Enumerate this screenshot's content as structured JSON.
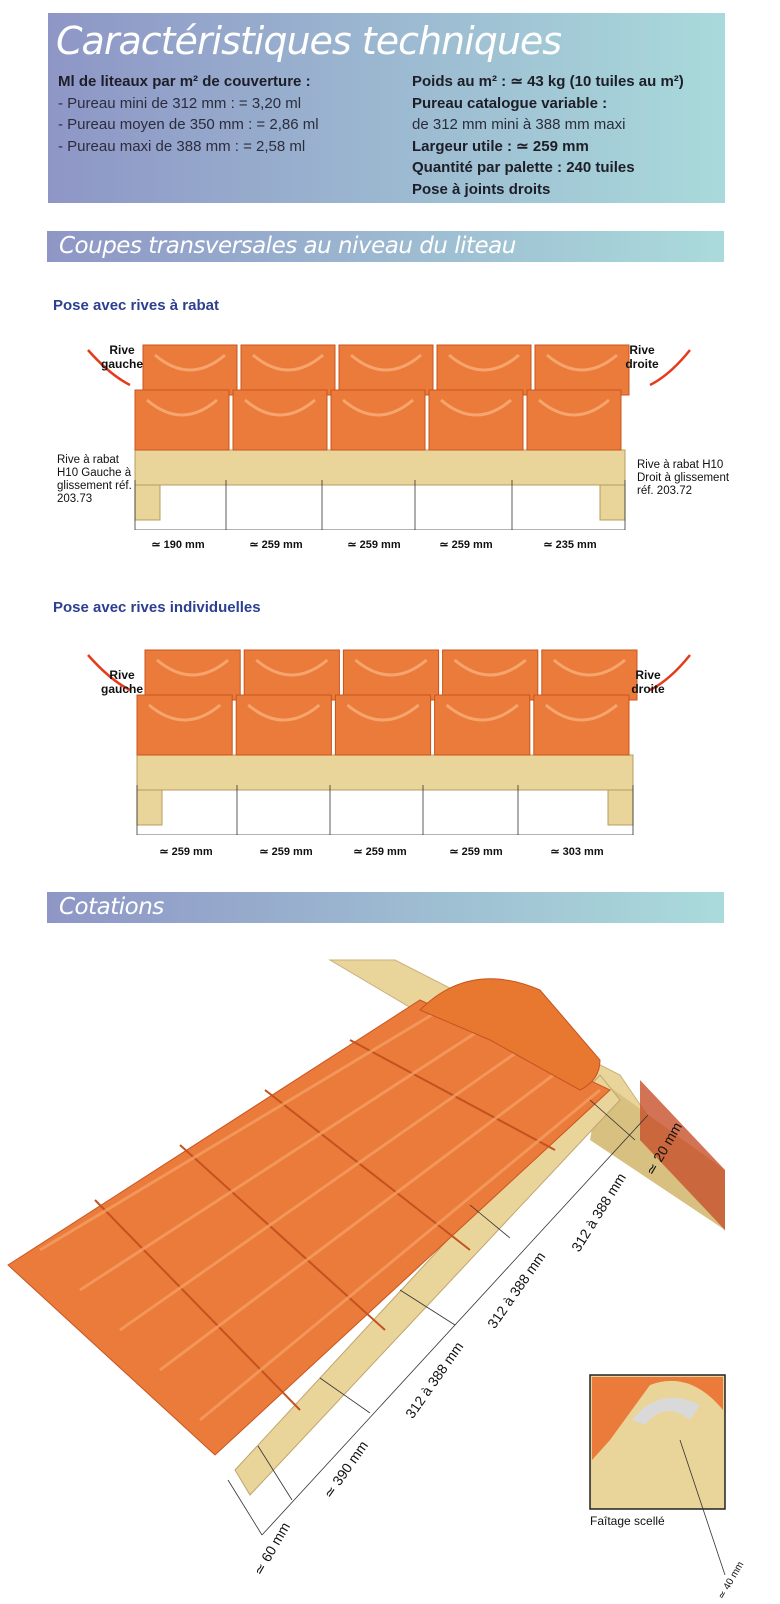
{
  "header": {
    "title": "Caractéristiques techniques",
    "left": {
      "heading": "Ml de liteaux par m² de couverture :",
      "lines": [
        "- Pureau mini de 312 mm : = 3,20 ml",
        "- Pureau moyen de 350 mm : = 2,86 ml",
        "- Pureau maxi de 388 mm : = 2,58 ml"
      ]
    },
    "right": {
      "lines": [
        "Poids au m² : ≃ 43 kg (10 tuiles au m²)",
        "Pureau catalogue variable :",
        "de 312 mm mini à 388 mm maxi",
        "Largeur utile : ≃ 259 mm",
        "Quantité par palette : 240 tuiles",
        "Pose à joints droits"
      ]
    }
  },
  "section_coupes": {
    "title": "Coupes transversales au niveau du liteau",
    "diagram1": {
      "title": "Pose avec rives à rabat",
      "rive_left": "Rive gauche",
      "rive_right": "Rive droite",
      "note_left": "Rive à rabat H10 Gauche à glissement réf. 203.73",
      "note_right": "Rive à rabat H10 Droit à glissement réf. 203.72",
      "dims": [
        "≃ 190 mm",
        "≃ 259 mm",
        "≃ 259 mm",
        "≃ 259 mm",
        "≃ 235 mm"
      ]
    },
    "diagram2": {
      "title": "Pose avec rives individuelles",
      "rive_left": "Rive gauche",
      "rive_right": "Rive droite",
      "dims": [
        "≃ 259 mm",
        "≃ 259 mm",
        "≃ 259 mm",
        "≃ 259 mm",
        "≃ 303 mm"
      ]
    }
  },
  "section_cotations": {
    "title": "Cotations",
    "dims": [
      "≃ 60 mm",
      "≃ 390 mm",
      "312 à 388 mm",
      "312 à 388 mm",
      "312 à 388 mm",
      "≃ 20 mm"
    ],
    "inset": {
      "caption": "Faîtage scellé",
      "dim": "≃ 40 mm"
    }
  },
  "colors": {
    "tile": "#ea7b3a",
    "tile_dark": "#c9551f",
    "wood": "#e9d49a",
    "title_blue": "#2d3f90"
  }
}
